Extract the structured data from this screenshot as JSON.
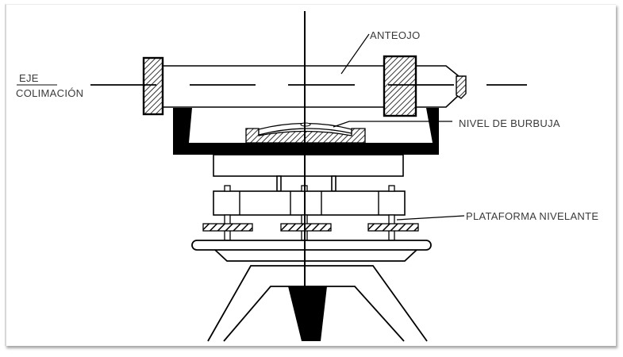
{
  "diagram": {
    "subject": "Nivel topográfico (automatic level) cross-section",
    "labels": {
      "eje": "EJE",
      "colimacion": "COLIMACIÓN",
      "anteojo": "ANTEOJO",
      "nivel_burbuja": "NIVEL DE BURBUJA",
      "plataforma": "PLATAFORMA NIVELANTE"
    },
    "colors": {
      "line": "#000000",
      "text": "#3a3a3a",
      "background": "#ffffff",
      "frame_shadow": "#9a9a9a"
    }
  }
}
